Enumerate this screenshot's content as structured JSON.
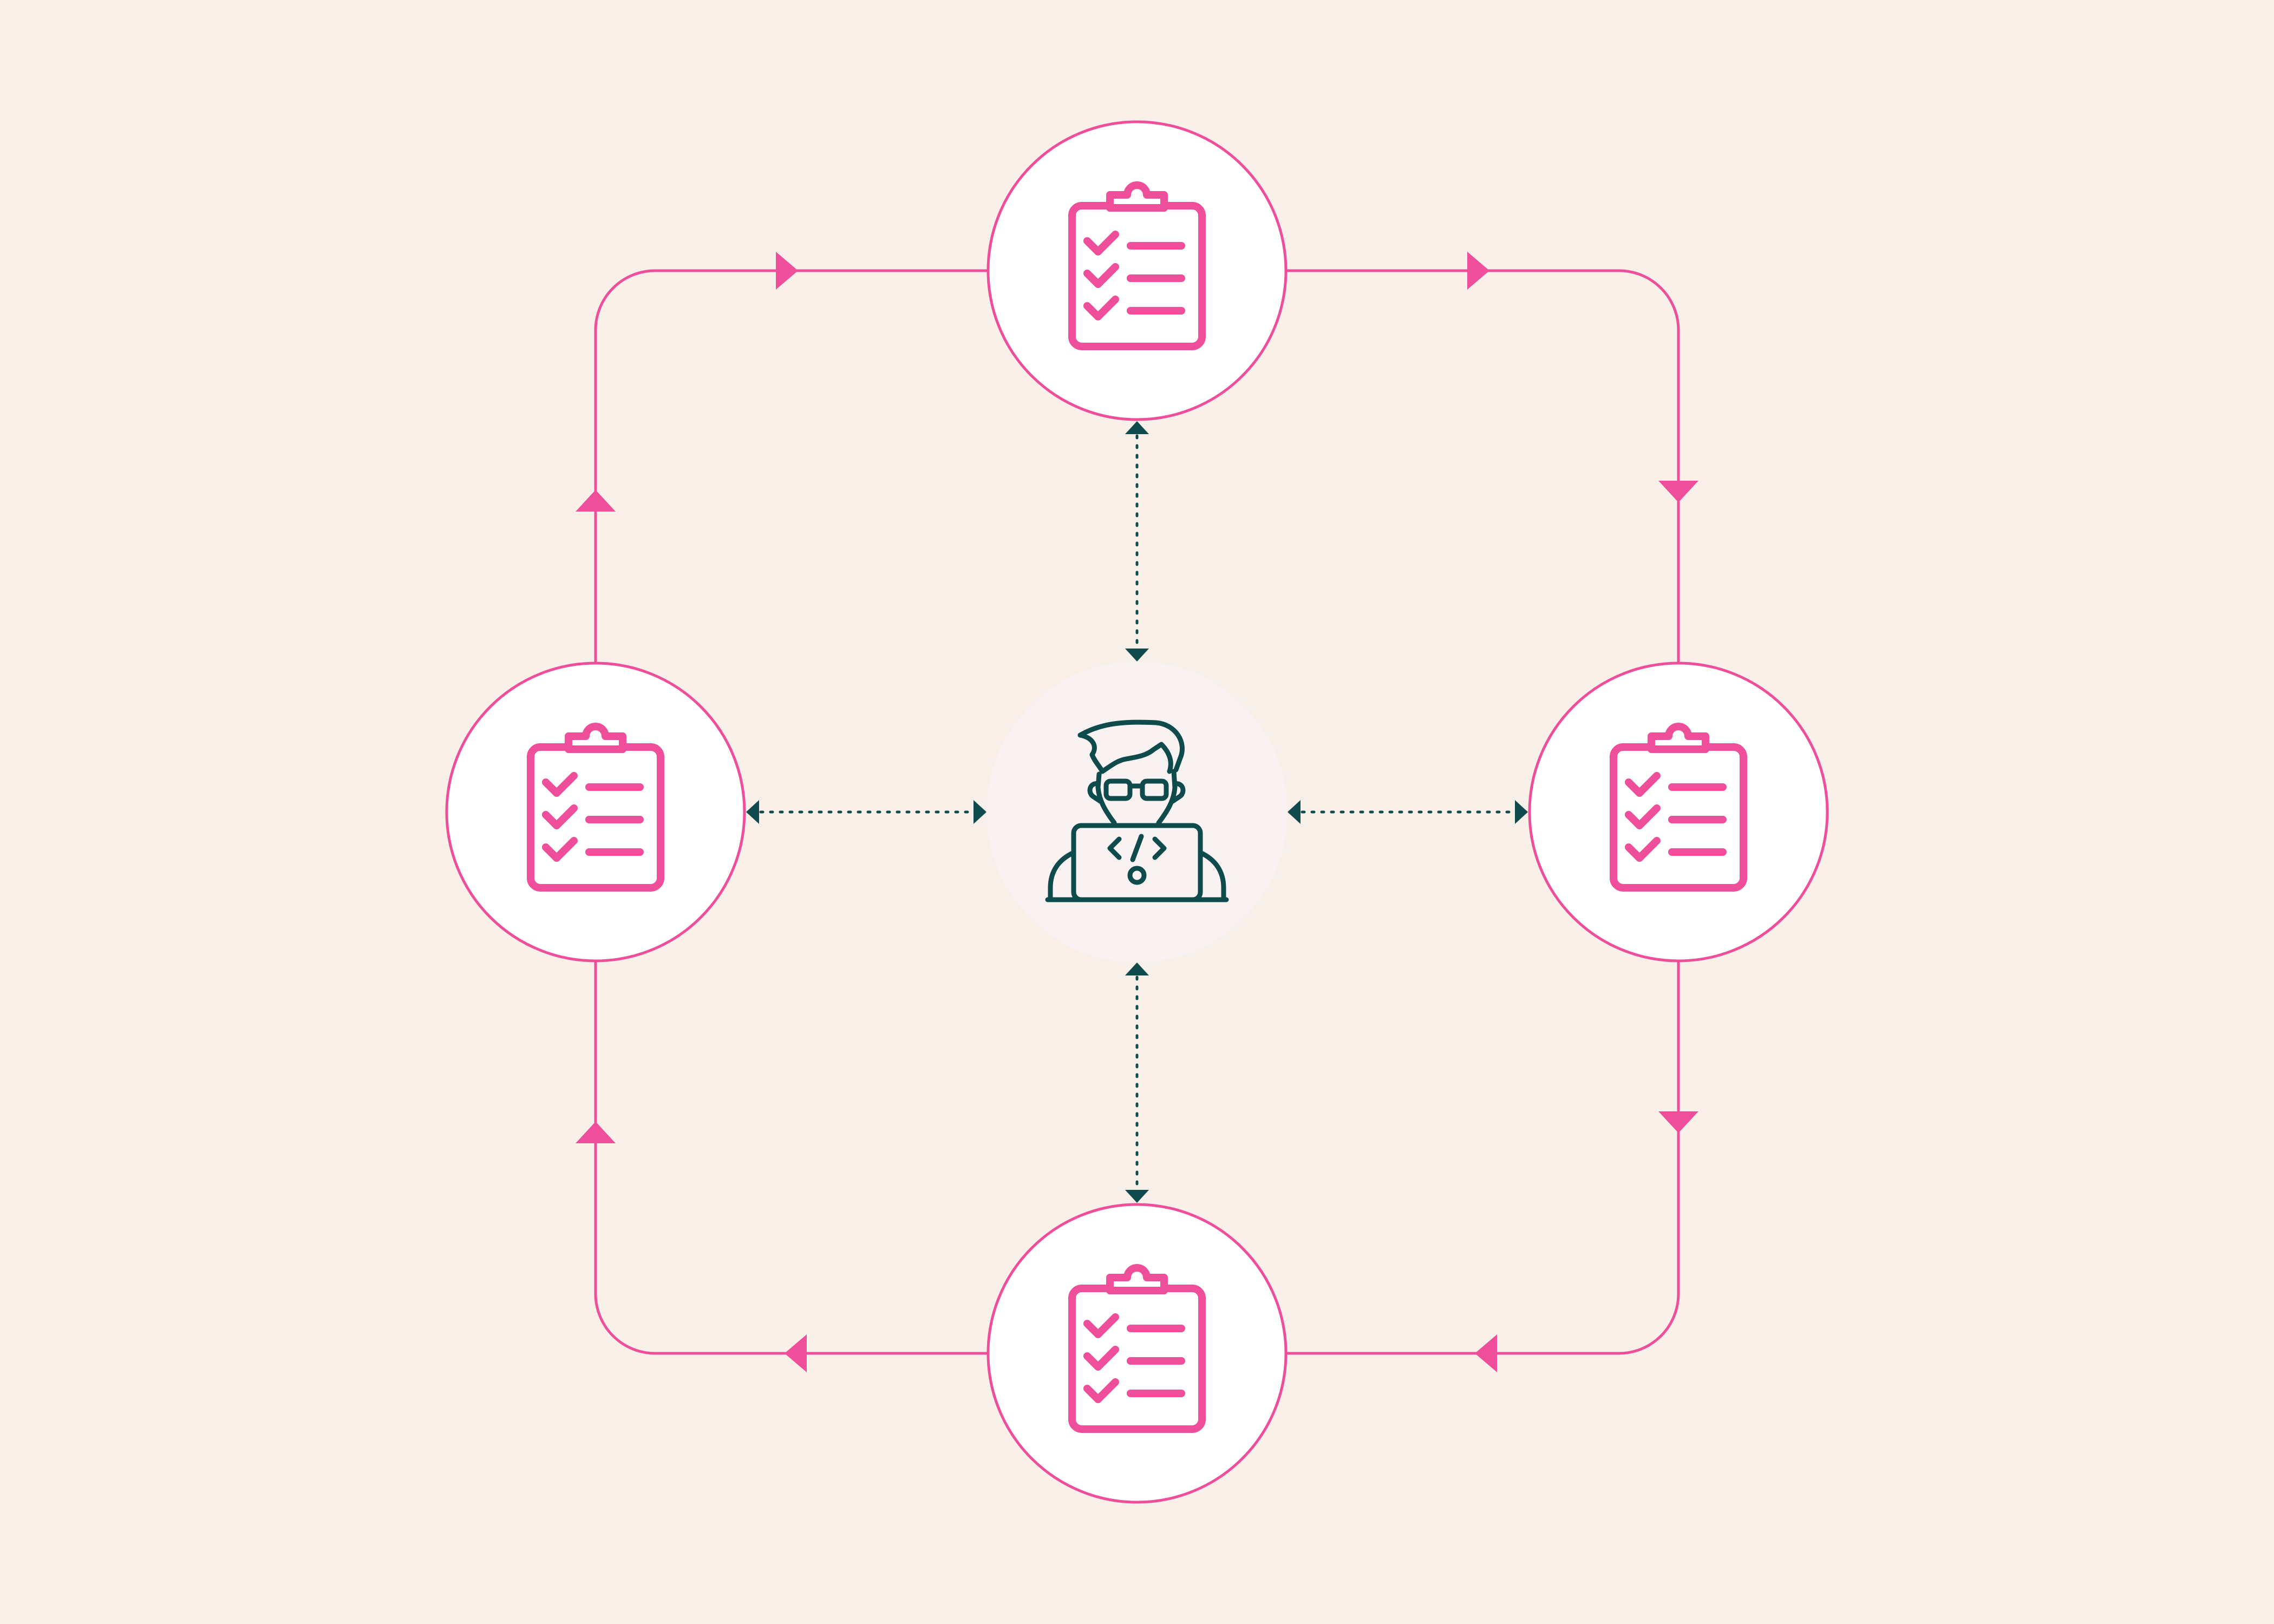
{
  "colors": {
    "background": "#f9f0ea",
    "accent": "#ef4f9a",
    "dark": "#0f4a4d",
    "node_fill": "#ffffff",
    "center_fill": "#f8f3f2"
  },
  "diagram": {
    "type": "cycle-with-hub",
    "center": {
      "icon": "developer-icon"
    },
    "nodes": [
      {
        "id": "top",
        "icon": "checklist-icon"
      },
      {
        "id": "right",
        "icon": "checklist-icon"
      },
      {
        "id": "bottom",
        "icon": "checklist-icon"
      },
      {
        "id": "left",
        "icon": "checklist-icon"
      }
    ],
    "cycle_direction": "clockwise",
    "cycle_connectors": [
      {
        "from": "top",
        "to": "right"
      },
      {
        "from": "right",
        "to": "bottom"
      },
      {
        "from": "bottom",
        "to": "left"
      },
      {
        "from": "left",
        "to": "top"
      }
    ],
    "hub_connectors": [
      {
        "between": [
          "center",
          "top"
        ],
        "style": "dotted",
        "arrows": "both"
      },
      {
        "between": [
          "center",
          "right"
        ],
        "style": "dotted",
        "arrows": "both"
      },
      {
        "between": [
          "center",
          "bottom"
        ],
        "style": "dotted",
        "arrows": "both"
      },
      {
        "between": [
          "center",
          "left"
        ],
        "style": "dotted",
        "arrows": "both"
      }
    ]
  }
}
